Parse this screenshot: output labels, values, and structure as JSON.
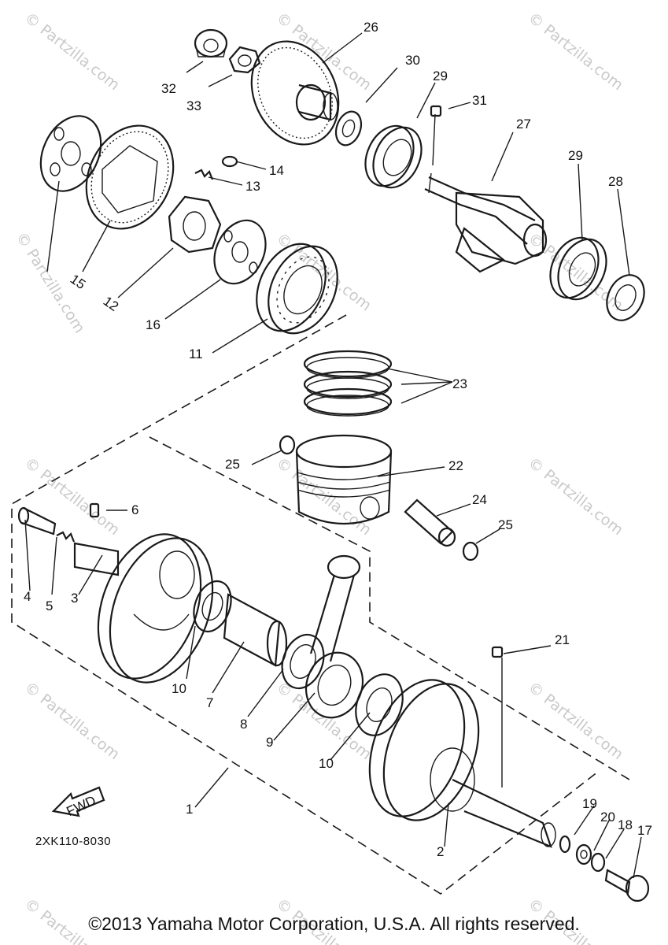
{
  "diagram": {
    "part_code": "2XK110-8030",
    "fwd_label": "FWD",
    "copyright": "©2013 Yamaha Motor Corporation, U.S.A. All rights reserved.",
    "watermark": "© Partzilla.com",
    "callouts": {
      "c1": "1",
      "c2": "2",
      "c3": "3",
      "c4": "4",
      "c5": "5",
      "c6": "6",
      "c7": "7",
      "c8": "8",
      "c9": "9",
      "c10a": "10",
      "c10b": "10",
      "c11": "11",
      "c12": "12",
      "c13": "13",
      "c14": "14",
      "c15": "15",
      "c16": "16",
      "c17": "17",
      "c18": "18",
      "c19": "19",
      "c20": "20",
      "c21": "21",
      "c22": "22",
      "c23": "23",
      "c24": "24",
      "c25a": "25",
      "c25b": "25",
      "c26": "26",
      "c27": "27",
      "c28": "28",
      "c29a": "29",
      "c29b": "29",
      "c30": "30",
      "c31": "31",
      "c32": "32",
      "c33": "33"
    }
  }
}
